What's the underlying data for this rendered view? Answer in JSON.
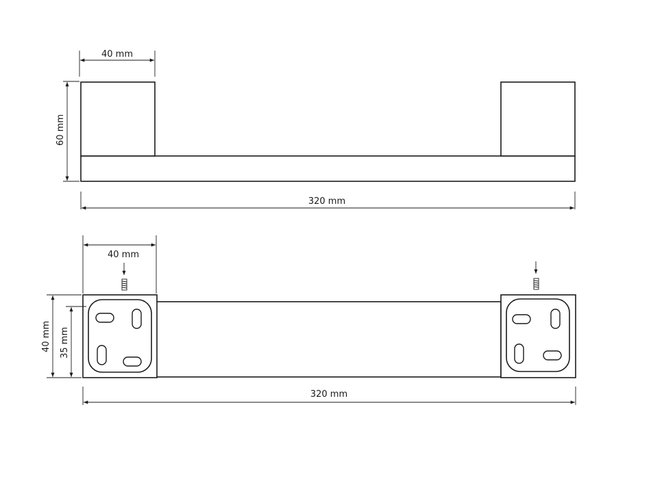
{
  "side_view": {
    "mount_width_label": "40 mm",
    "height_label": "60 mm",
    "length_label": "320 mm"
  },
  "top_view": {
    "mount_width_label": "40 mm",
    "depth_outer_label": "40 mm",
    "depth_plate_label": "35 mm",
    "length_label": "320 mm"
  }
}
